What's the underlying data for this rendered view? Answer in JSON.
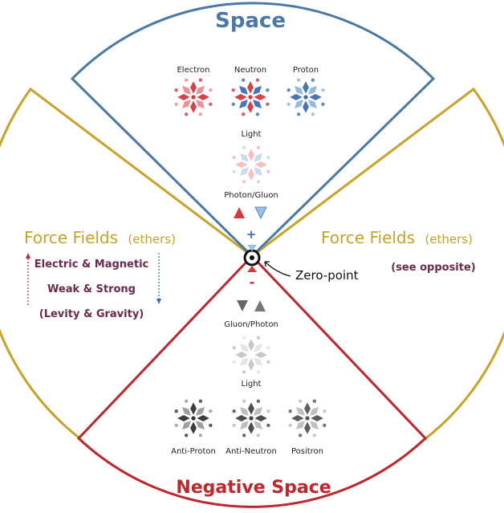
{
  "diagram": {
    "top_title": "Space",
    "bottom_title": "Negative Space",
    "left_heading": "Force Fields",
    "left_heading_suffix": "(ethers)",
    "right_heading": "Force Fields",
    "right_heading_suffix": "(ethers)",
    "left_lines": [
      "Electric & Magnetic",
      "Weak & Strong",
      "(Levity & Gravity)"
    ],
    "right_note": "(see opposite)",
    "center_label": "Zero-point",
    "plus_sign": "+",
    "minus_sign": "-",
    "top_particles": [
      "Electron",
      "Neutron",
      "Proton"
    ],
    "top_light": "Light",
    "top_photon": "Photon/Gluon",
    "bottom_photon": "Gluon/Photon",
    "bottom_light": "Light",
    "bottom_particles": [
      "Anti-Proton",
      "Anti-Neutron",
      "Positron"
    ]
  },
  "colors": {
    "space": "#4a79a8",
    "negative": "#c0262c",
    "ether": "#c9a227",
    "text_purple": "#6b2a4a",
    "particle_red": "#d9363e",
    "particle_blue": "#3a6fb5",
    "particle_gray": "#6e6e6e"
  },
  "icons": {
    "center": "zero-point-icon",
    "up_arrow": "red-up-triangle-icon",
    "down_arrow": "blue-down-triangle-icon"
  }
}
